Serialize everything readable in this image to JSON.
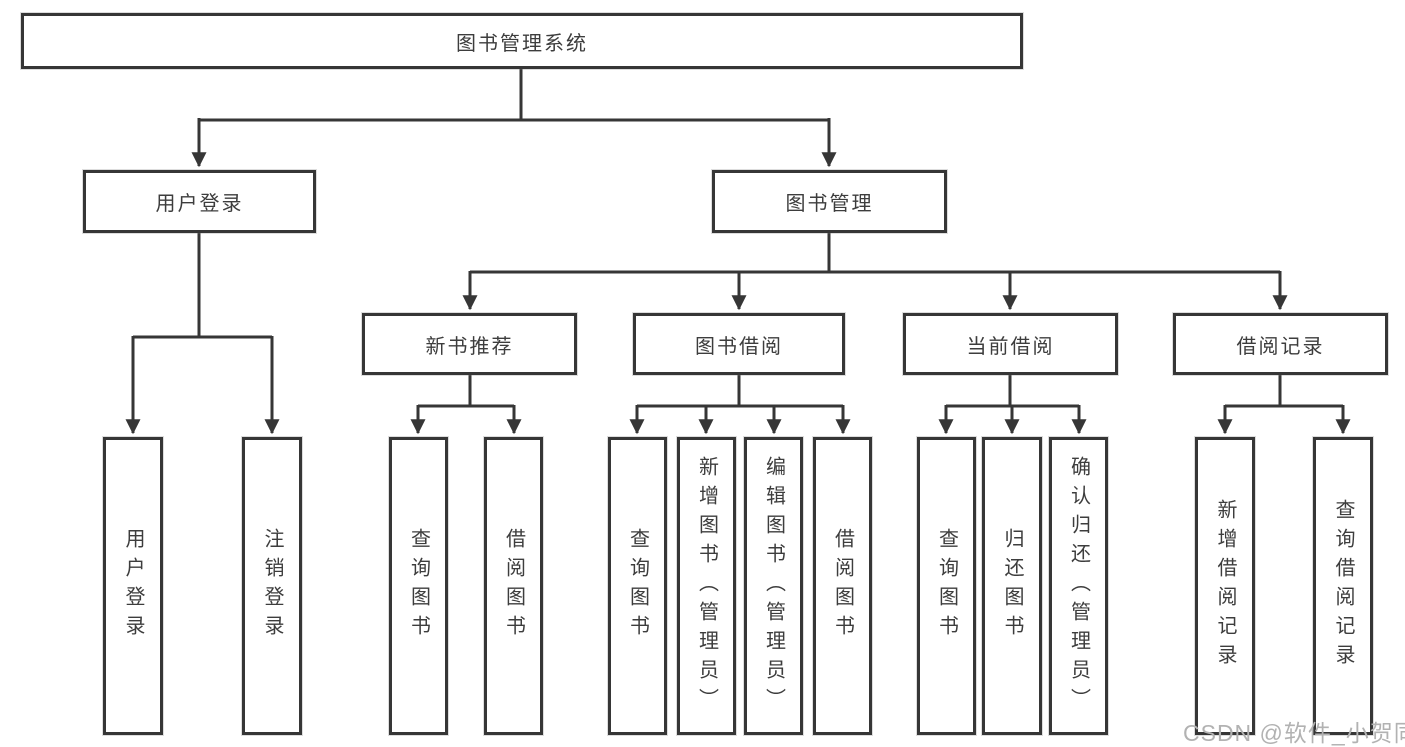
{
  "diagram": {
    "type": "hierarchy",
    "nodes": {
      "root": {
        "label": "图书管理系统"
      },
      "branches": [
        {
          "label": "用户登录",
          "children": [
            {
              "label": "用户登录"
            },
            {
              "label": "注销登录"
            }
          ]
        },
        {
          "label": "图书管理",
          "children": [
            {
              "label": "新书推荐",
              "children": [
                {
                  "label": "查询图书"
                },
                {
                  "label": "借阅图书"
                }
              ]
            },
            {
              "label": "图书借阅",
              "children": [
                {
                  "label": "查询图书"
                },
                {
                  "label": "新增图书（管理员）"
                },
                {
                  "label": "编辑图书（管理员）"
                },
                {
                  "label": "借阅图书"
                }
              ]
            },
            {
              "label": "当前借阅",
              "children": [
                {
                  "label": "查询图书"
                },
                {
                  "label": "归还图书"
                },
                {
                  "label": "确认归还（管理员）"
                }
              ]
            },
            {
              "label": "借阅记录",
              "children": [
                {
                  "label": "新增借阅记录"
                },
                {
                  "label": "查询借阅记录"
                }
              ]
            }
          ]
        }
      ]
    },
    "colors": {
      "line": "#363636",
      "box_border": "#363636",
      "text": "#3d3d3d",
      "background": "#ffffff",
      "watermark": "#b2b2b2"
    }
  },
  "watermark": {
    "text": "CSDN @软件_小贺同学"
  }
}
